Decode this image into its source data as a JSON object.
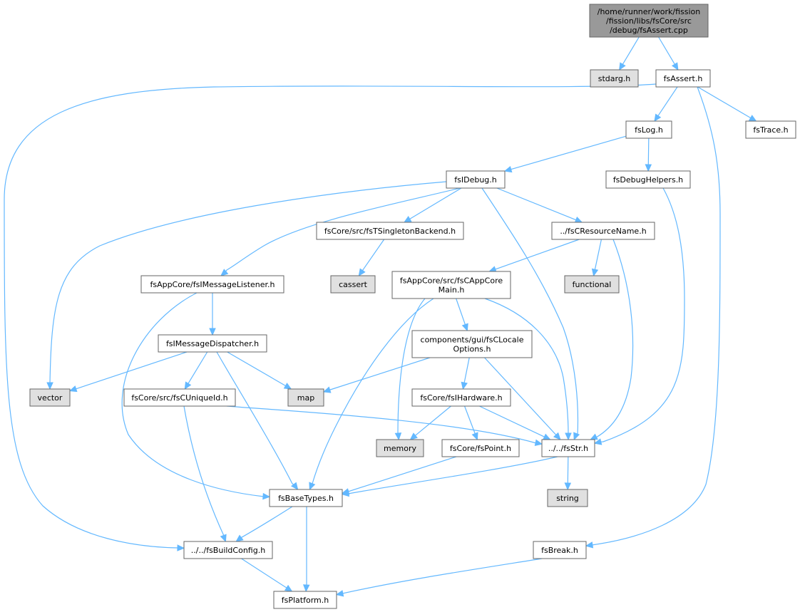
{
  "diagram": {
    "type": "include-dependency-graph",
    "colors": {
      "root_fill": "#999999",
      "external_fill": "#e0e0e0",
      "internal_fill": "#ffffff",
      "border": "#666666",
      "edge": "#63b8ff"
    },
    "nodes": [
      {
        "id": "root",
        "kind": "root",
        "lines": [
          "/home/runner/work/fission",
          "/fission/libs/fsCore/src",
          "/debug/fsAssert.cpp"
        ]
      },
      {
        "id": "stdarg",
        "kind": "external",
        "lines": [
          "stdarg.h"
        ]
      },
      {
        "id": "fsAssert",
        "kind": "internal",
        "lines": [
          "fsAssert.h"
        ]
      },
      {
        "id": "fsLog",
        "kind": "internal",
        "lines": [
          "fsLog.h"
        ]
      },
      {
        "id": "fsTrace",
        "kind": "internal",
        "lines": [
          "fsTrace.h"
        ]
      },
      {
        "id": "fsIDebug",
        "kind": "internal",
        "lines": [
          "fsIDebug.h"
        ]
      },
      {
        "id": "fsDebugHelpers",
        "kind": "internal",
        "lines": [
          "fsDebugHelpers.h"
        ]
      },
      {
        "id": "fsTSingletonBackend",
        "kind": "internal",
        "lines": [
          "fsCore/src/fsTSingletonBackend.h"
        ]
      },
      {
        "id": "fsCResourceName",
        "kind": "internal",
        "lines": [
          "../fsCResourceName.h"
        ]
      },
      {
        "id": "fsIMessageListener",
        "kind": "internal",
        "lines": [
          "fsAppCore/fsIMessageListener.h"
        ]
      },
      {
        "id": "cassert",
        "kind": "external",
        "lines": [
          "cassert"
        ]
      },
      {
        "id": "fsCAppCoreMain",
        "kind": "internal",
        "lines": [
          "fsAppCore/src/fsCAppCore",
          "Main.h"
        ]
      },
      {
        "id": "functional",
        "kind": "external",
        "lines": [
          "functional"
        ]
      },
      {
        "id": "fsIMessageDispatcher",
        "kind": "internal",
        "lines": [
          "fsIMessageDispatcher.h"
        ]
      },
      {
        "id": "fsCLocaleOptions",
        "kind": "internal",
        "lines": [
          "components/gui/fsCLocale",
          "Options.h"
        ]
      },
      {
        "id": "vector",
        "kind": "external",
        "lines": [
          "vector"
        ]
      },
      {
        "id": "fsCUniqueId",
        "kind": "internal",
        "lines": [
          "fsCore/src/fsCUniqueId.h"
        ]
      },
      {
        "id": "map",
        "kind": "external",
        "lines": [
          "map"
        ]
      },
      {
        "id": "fsIHardware",
        "kind": "internal",
        "lines": [
          "fsCore/fsIHardware.h"
        ]
      },
      {
        "id": "memory",
        "kind": "external",
        "lines": [
          "memory"
        ]
      },
      {
        "id": "fsPoint",
        "kind": "internal",
        "lines": [
          "fsCore/fsPoint.h"
        ]
      },
      {
        "id": "fsStr",
        "kind": "internal",
        "lines": [
          "../../fsStr.h"
        ]
      },
      {
        "id": "string",
        "kind": "external",
        "lines": [
          "string"
        ]
      },
      {
        "id": "fsBaseTypes",
        "kind": "internal",
        "lines": [
          "fsBaseTypes.h"
        ]
      },
      {
        "id": "fsBuildConfig",
        "kind": "internal",
        "lines": [
          "../../fsBuildConfig.h"
        ]
      },
      {
        "id": "fsBreak",
        "kind": "internal",
        "lines": [
          "fsBreak.h"
        ]
      },
      {
        "id": "fsPlatform",
        "kind": "internal",
        "lines": [
          "fsPlatform.h"
        ]
      }
    ],
    "edges": [
      [
        "root",
        "stdarg"
      ],
      [
        "root",
        "fsAssert"
      ],
      [
        "fsAssert",
        "fsLog"
      ],
      [
        "fsAssert",
        "fsTrace"
      ],
      [
        "fsAssert",
        "fsBuildConfig"
      ],
      [
        "fsAssert",
        "fsBreak"
      ],
      [
        "fsLog",
        "fsIDebug"
      ],
      [
        "fsLog",
        "fsDebugHelpers"
      ],
      [
        "fsIDebug",
        "fsTSingletonBackend"
      ],
      [
        "fsIDebug",
        "fsCResourceName"
      ],
      [
        "fsIDebug",
        "fsIMessageListener"
      ],
      [
        "fsIDebug",
        "vector"
      ],
      [
        "fsIDebug",
        "fsStr"
      ],
      [
        "fsDebugHelpers",
        "fsStr"
      ],
      [
        "fsTSingletonBackend",
        "cassert"
      ],
      [
        "fsCResourceName",
        "fsCAppCoreMain"
      ],
      [
        "fsCResourceName",
        "functional"
      ],
      [
        "fsCResourceName",
        "fsStr"
      ],
      [
        "fsIMessageListener",
        "fsIMessageDispatcher"
      ],
      [
        "fsIMessageListener",
        "fsBaseTypes"
      ],
      [
        "fsCAppCoreMain",
        "fsCLocaleOptions"
      ],
      [
        "fsCAppCoreMain",
        "memory"
      ],
      [
        "fsCAppCoreMain",
        "fsStr"
      ],
      [
        "fsCAppCoreMain",
        "fsBaseTypes"
      ],
      [
        "fsIMessageDispatcher",
        "vector"
      ],
      [
        "fsIMessageDispatcher",
        "fsCUniqueId"
      ],
      [
        "fsIMessageDispatcher",
        "map"
      ],
      [
        "fsIMessageDispatcher",
        "fsBaseTypes"
      ],
      [
        "fsCLocaleOptions",
        "map"
      ],
      [
        "fsCLocaleOptions",
        "fsIHardware"
      ],
      [
        "fsCLocaleOptions",
        "fsStr"
      ],
      [
        "fsCUniqueId",
        "fsStr"
      ],
      [
        "fsCUniqueId",
        "fsBuildConfig"
      ],
      [
        "fsIHardware",
        "memory"
      ],
      [
        "fsIHardware",
        "fsPoint"
      ],
      [
        "fsIHardware",
        "fsStr"
      ],
      [
        "fsPoint",
        "fsBaseTypes"
      ],
      [
        "fsStr",
        "string"
      ],
      [
        "fsStr",
        "fsBaseTypes"
      ],
      [
        "fsBaseTypes",
        "fsBuildConfig"
      ],
      [
        "fsBaseTypes",
        "fsPlatform"
      ],
      [
        "fsBuildConfig",
        "fsPlatform"
      ],
      [
        "fsBreak",
        "fsPlatform"
      ]
    ]
  }
}
